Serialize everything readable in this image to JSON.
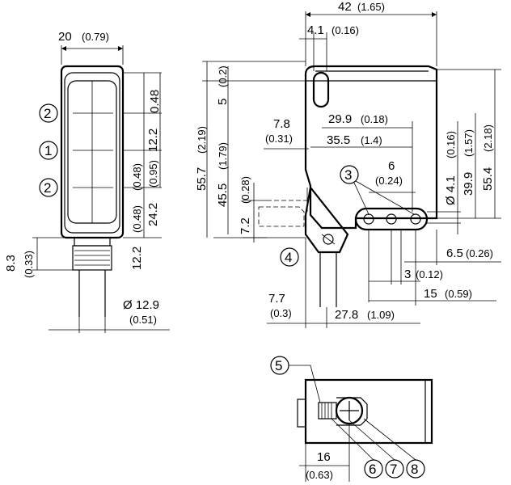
{
  "dimensions": {
    "front_width": "20",
    "front_width_in": "(0.79)",
    "front_top_offset": "0.48",
    "front_spacing_a": "12.2",
    "front_spacing_a_in": "(0.95)",
    "front_spacing_b": "24.2",
    "front_spacing_b_in": "(0.48)",
    "front_lower": "12.2",
    "front_lower_in": "(0.48)",
    "connector_len": "8.3",
    "connector_len_in": "(0.33)",
    "cable_dia": "Ø 12.9",
    "cable_dia_in": "(0.51)",
    "side_width": "42",
    "side_width_in": "(1.65)",
    "side_edge": "4.1",
    "side_edge_in": "(0.16)",
    "side_height_total": "55.7",
    "side_height_total_in": "(2.19)",
    "side_top": "5",
    "side_top_in": "(0.2)",
    "side_height_b": "45.5",
    "side_height_b_in": "(1.79)",
    "side_optic_a": "29.9",
    "side_optic_a_in": "(0.18)",
    "side_optic_b": "35.5",
    "side_optic_b_in": "(1.4)",
    "side_left_a": "7.8",
    "side_left_a_in": "(0.31)",
    "side_mid": "6",
    "side_mid_in": "(0.24)",
    "side_hole": "Ø 4.1",
    "side_hole_in": "(0.16)",
    "side_right_a": "39.9",
    "side_right_a_in": "(1.57)",
    "side_right_b": "55.4",
    "side_right_b_in": "(2.18)",
    "side_low": "7.2",
    "side_low_in": "(0.28)",
    "side_bot_a": "6.5",
    "side_bot_a_in": "(0.26)",
    "side_bot_b": "3",
    "side_bot_b_in": "(0.12)",
    "side_bot_c": "15",
    "side_bot_c_in": "(0.59)",
    "side_bot_d": "7.7",
    "side_bot_d_in": "(0.3)",
    "side_bot_e": "27.8",
    "side_bot_e_in": "(1.09)",
    "bottom_width": "16",
    "bottom_width_in": "(0.63)"
  },
  "callouts": {
    "c1": "1",
    "c2a": "2",
    "c2b": "2",
    "c3": "3",
    "c4": "4",
    "c5": "5",
    "c6": "6",
    "c7": "7",
    "c8": "8"
  }
}
